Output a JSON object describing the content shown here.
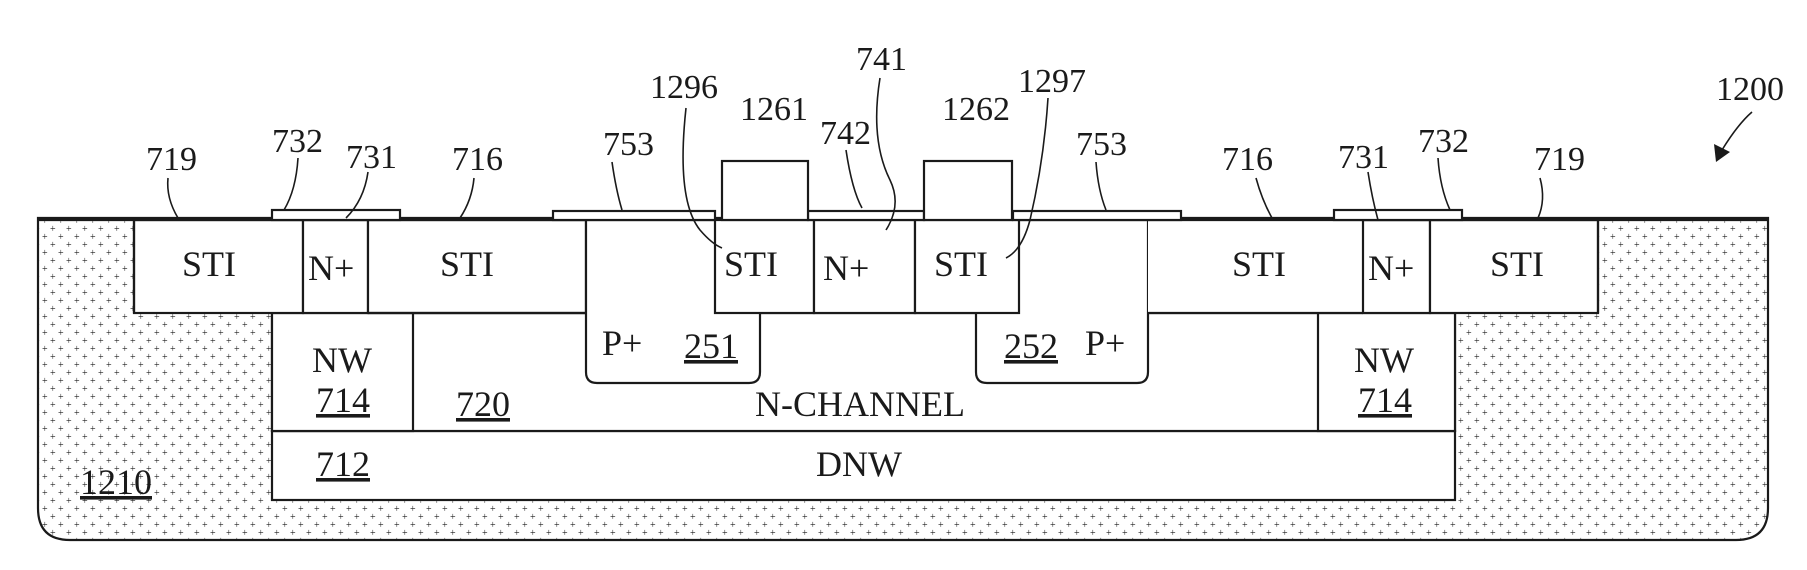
{
  "figure_ref": "1200",
  "substrate": {
    "ref": "1210"
  },
  "regions": {
    "sti_label": "STI",
    "n_plus_label": "N+",
    "p_plus_label": "P+",
    "nw_label": "NW",
    "nw_ref": "714",
    "n_channel_label": "N-CHANNEL",
    "n_channel_ref": "720",
    "dnw_label": "DNW",
    "dnw_ref": "712",
    "left_p_ref": "251",
    "right_p_ref": "252"
  },
  "callouts": {
    "c719": "719",
    "c732": "732",
    "c731": "731",
    "c716": "716",
    "c753": "753",
    "c1296": "1296",
    "c1261": "1261",
    "c742": "742",
    "c741": "741",
    "c1262": "1262",
    "c1297": "1297"
  }
}
